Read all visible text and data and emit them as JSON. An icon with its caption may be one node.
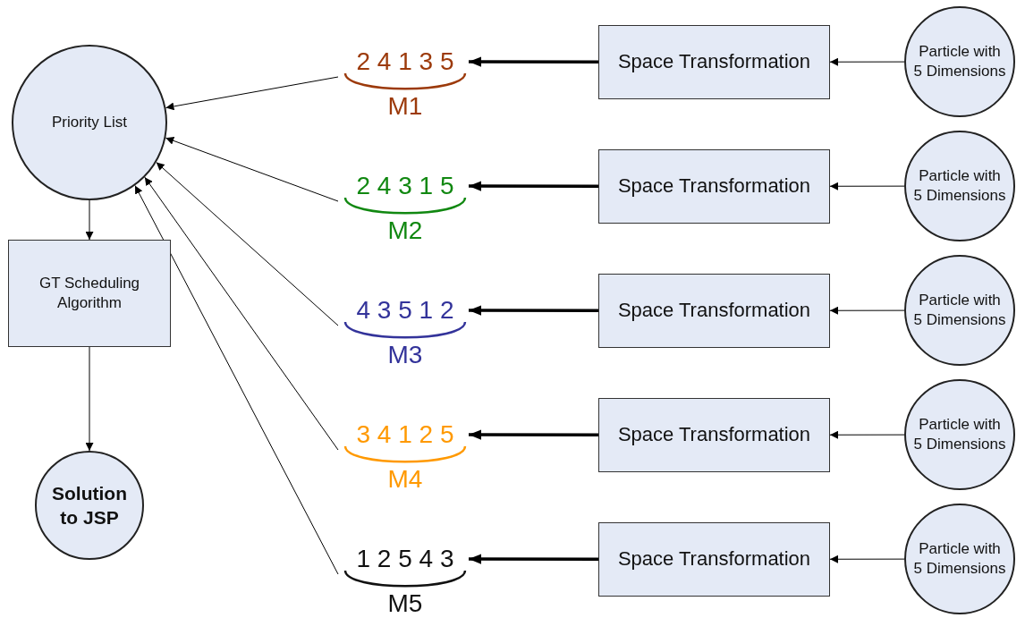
{
  "diagram": {
    "nodes": [
      {
        "text": [
          "Priority List"
        ]
      },
      {
        "text": [
          "GT Scheduling Algorithm"
        ]
      },
      {
        "text": [
          "Solution to JSP"
        ]
      },
      {
        "text": [
          "2 4 1 3 5",
          "M1"
        ]
      },
      {
        "text": [
          "2 4 3 1 5",
          "M2"
        ]
      },
      {
        "text": [
          "4 3 5 1 2",
          "M3"
        ]
      },
      {
        "text": [
          "3 4 1 2 5",
          "M4"
        ]
      },
      {
        "text": [
          "1 2 5 4 3",
          "M5"
        ]
      },
      {
        "text": [
          "Space Transformation"
        ]
      },
      {
        "text": [
          "Space Transformation"
        ]
      },
      {
        "text": [
          "Space Transformation"
        ]
      },
      {
        "text": [
          "Space Transformation"
        ]
      },
      {
        "text": [
          "Space Transformation"
        ]
      },
      {
        "text": [
          "Particle with 5 Dimensions"
        ]
      },
      {
        "text": [
          "Particle with 5 Dimensions"
        ]
      },
      {
        "text": [
          "Particle with 5 Dimensions"
        ]
      },
      {
        "text": [
          "Particle with 5 Dimensions"
        ]
      },
      {
        "text": [
          "Particle with 5 Dimensions"
        ]
      }
    ],
    "edges": [
      {
        "from": 13,
        "to": 8,
        "arrow": "to"
      },
      {
        "from": 14,
        "to": 9,
        "arrow": "to"
      },
      {
        "from": 15,
        "to": 10,
        "arrow": "to"
      },
      {
        "from": 16,
        "to": 11,
        "arrow": "to"
      },
      {
        "from": 17,
        "to": 12,
        "arrow": "to"
      },
      {
        "from": 8,
        "to": 3,
        "arrow": "to",
        "style": "thick"
      },
      {
        "from": 9,
        "to": 4,
        "arrow": "to",
        "style": "thick"
      },
      {
        "from": 10,
        "to": 5,
        "arrow": "to",
        "style": "thick"
      },
      {
        "from": 11,
        "to": 6,
        "arrow": "to",
        "style": "thick"
      },
      {
        "from": 12,
        "to": 7,
        "arrow": "to",
        "style": "thick"
      },
      {
        "from": 3,
        "to": 0,
        "arrow": "to"
      },
      {
        "from": 4,
        "to": 0,
        "arrow": "to"
      },
      {
        "from": 5,
        "to": 0,
        "arrow": "to"
      },
      {
        "from": 6,
        "to": 0,
        "arrow": "to"
      },
      {
        "from": 7,
        "to": 0,
        "arrow": "to"
      },
      {
        "from": 0,
        "to": 1,
        "arrow": "to"
      },
      {
        "from": 1,
        "to": 2,
        "arrow": "to"
      }
    ]
  }
}
